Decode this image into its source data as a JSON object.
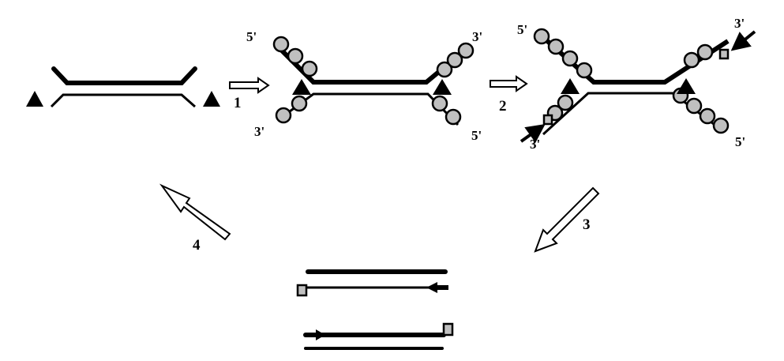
{
  "steps": {
    "s1": "1",
    "s2": "2",
    "s3": "3",
    "s4": "4"
  },
  "ends": {
    "p2_top_left": "5'",
    "p2_top_right": "3'",
    "p2_bottom_left": "3'",
    "p2_bottom_right": "5'",
    "p3_top_left": "5'",
    "p3_top_right": "3'",
    "p3_bottom_left": "3'",
    "p3_bottom_right": "5'"
  },
  "colors": {
    "strand": "#000000",
    "protein": "#c0c0c0",
    "background": "#ffffff"
  }
}
